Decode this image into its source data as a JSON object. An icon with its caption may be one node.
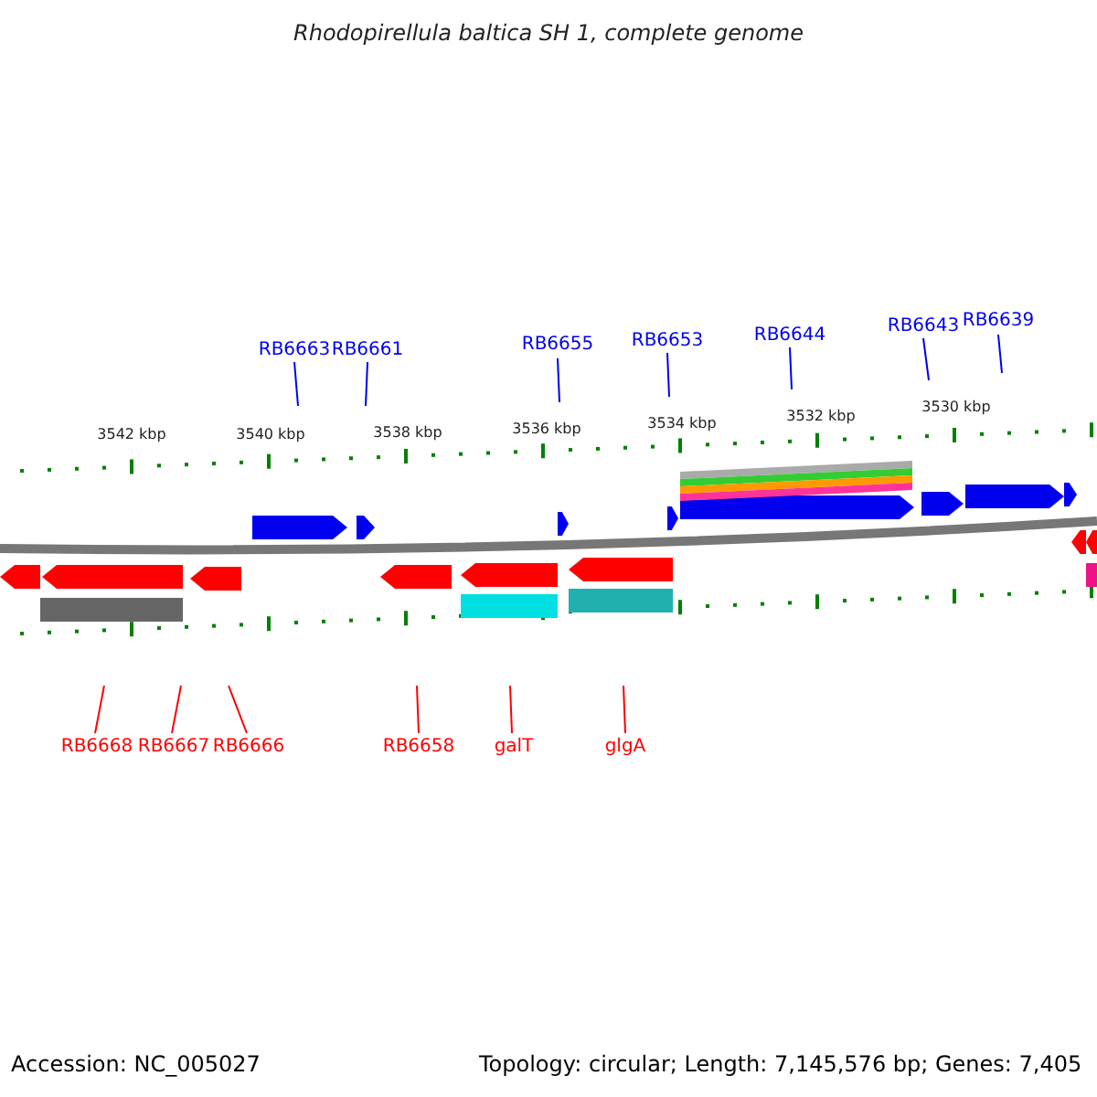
{
  "diagram": {
    "title": "Rhodopirellula baltica SH 1, complete genome",
    "nodes": [
      {
        "text": [
          "RB6663"
        ]
      },
      {
        "text": [
          "RB6661"
        ]
      },
      {
        "text": [
          "RB6655"
        ]
      },
      {
        "text": [
          "RB6653"
        ]
      },
      {
        "text": [
          "RB6644"
        ]
      },
      {
        "text": [
          "RB6643"
        ]
      },
      {
        "text": [
          "RB6639"
        ]
      },
      {
        "text": [
          "RB6668"
        ]
      },
      {
        "text": [
          "RB6667"
        ]
      },
      {
        "text": [
          "RB6666"
        ]
      },
      {
        "text": [
          "RB6658"
        ]
      },
      {
        "text": [
          "galT"
        ]
      },
      {
        "text": [
          "glgA"
        ]
      }
    ],
    "edges": [
      {
        "from": 0,
        "to": null,
        "arrow": "none"
      },
      {
        "from": 1,
        "to": null,
        "arrow": "none"
      },
      {
        "from": 2,
        "to": null,
        "arrow": "none"
      },
      {
        "from": 3,
        "to": null,
        "arrow": "none"
      },
      {
        "from": 4,
        "to": null,
        "arrow": "none"
      },
      {
        "from": 5,
        "to": null,
        "arrow": "none"
      },
      {
        "from": 6,
        "to": null,
        "arrow": "none"
      },
      {
        "from": 7,
        "to": null,
        "arrow": "none",
        "color": "#ff0000"
      },
      {
        "from": 8,
        "to": null,
        "arrow": "none",
        "color": "#ff0000"
      },
      {
        "from": 9,
        "to": null,
        "arrow": "none",
        "color": "#ff0000"
      },
      {
        "from": 10,
        "to": null,
        "arrow": "none",
        "color": "#ff0000"
      },
      {
        "from": 11,
        "to": null,
        "arrow": "none",
        "color": "#ff0000"
      },
      {
        "from": 12,
        "to": null,
        "arrow": "none",
        "color": "#ff0000"
      }
    ],
    "labels": [
      "3542 kbp",
      "3540 kbp",
      "3538 kbp",
      "3536 kbp",
      "3534 kbp",
      "3532 kbp",
      "3530 kbp",
      "Accession: NC_005027",
      "Topology: circular; Length: 7,145,576 bp; Genes: 7,405"
    ]
  }
}
